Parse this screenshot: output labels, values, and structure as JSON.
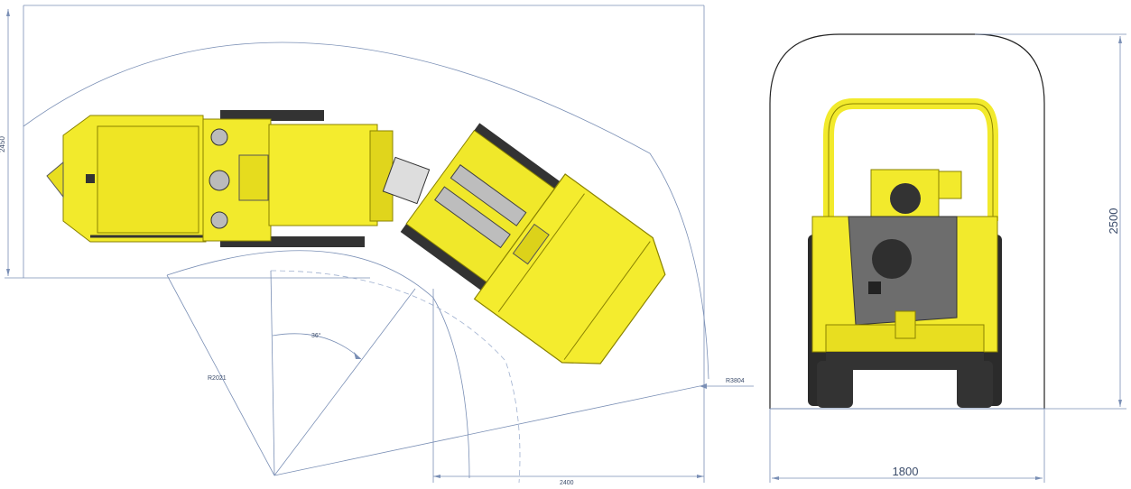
{
  "labels": {
    "height_left": "2450",
    "radius_inner": "R2021",
    "radius_outer": "R3804",
    "angle": "36°",
    "width_bottom": "2400",
    "front_width": "1800",
    "front_height": "2500"
  },
  "colors": {
    "machine_yellow": "#f2ea2c",
    "machine_shade": "#c9bf10",
    "dark_parts": "#333333",
    "dimension_lines": "#7a8fb5"
  }
}
